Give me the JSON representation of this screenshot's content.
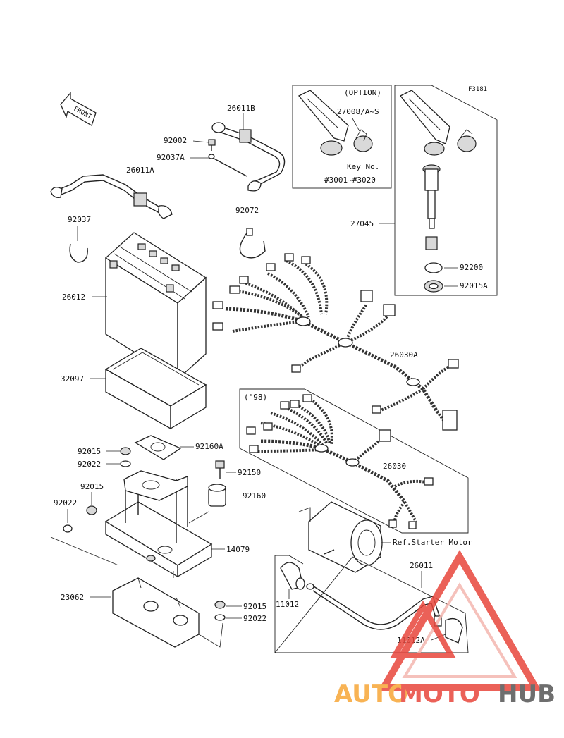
{
  "diagram": {
    "fig_code": "F3181",
    "front_label": "FRONT",
    "option_box": {
      "header": "(OPTION)",
      "part": "27008/A~S",
      "key_label": "Key No.",
      "key_range": "#3001~#3020"
    },
    "year_box": {
      "header": "('98)"
    },
    "ref_label": "Ref.Starter Motor",
    "parts": {
      "p26011B": "26011B",
      "p92002": "92002",
      "p92037A": "92037A",
      "p26011A": "26011A",
      "p92072": "92072",
      "p92037": "92037",
      "p26012": "26012",
      "p32097": "32097",
      "p27045": "27045",
      "p92200": "92200",
      "p92015A": "92015A",
      "p26030A": "26030A",
      "p26030": "26030",
      "p92015a": "92015",
      "p92022a": "92022",
      "p92160A": "92160A",
      "p92150": "92150",
      "p92015b": "92015",
      "p92160": "92160",
      "p92022b": "92022",
      "p14079": "14079",
      "p23062": "23062",
      "p92015c": "92015",
      "p92022c": "92022",
      "p26011": "26011",
      "p11012": "11012",
      "p11012A": "11012A"
    }
  },
  "watermark": {
    "part1": "AUTO",
    "part2": "MOTO",
    "part3": "HUB",
    "colors": {
      "orange": "#f7a637",
      "red": "#e8463c",
      "gray": "#555555"
    }
  }
}
